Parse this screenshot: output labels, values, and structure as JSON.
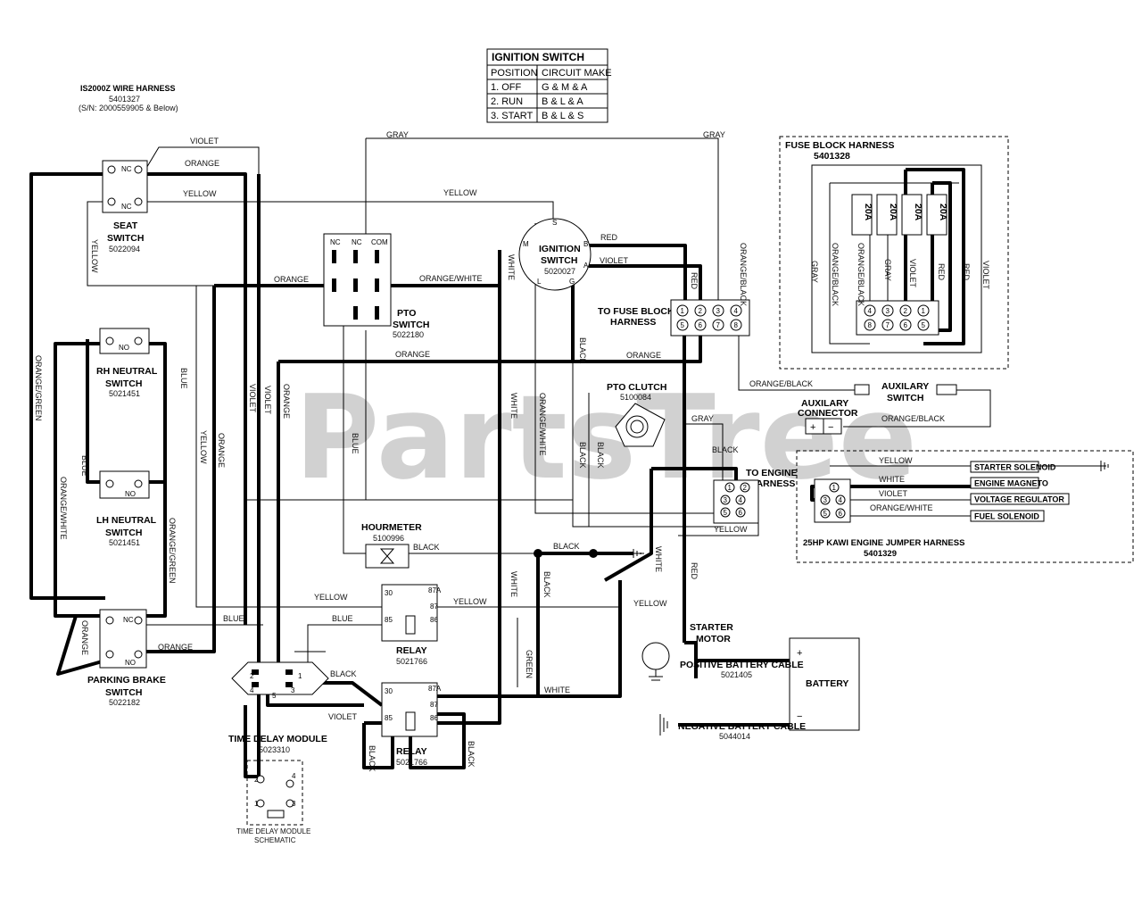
{
  "watermark": "PartsTree",
  "harness": {
    "title": "IS2000Z WIRE HARNESS",
    "part": "5401327",
    "serial": "(S/N: 2000559905 & Below)"
  },
  "ignition_table": {
    "title": "IGNITION SWITCH",
    "headers": [
      "POSITION",
      "CIRCUIT MAKE"
    ],
    "rows": [
      [
        "1. OFF",
        "G & M & A"
      ],
      [
        "2. RUN",
        "B & L & A"
      ],
      [
        "3. START",
        "B & L & S"
      ]
    ]
  },
  "components": {
    "seat_switch": {
      "name1": "SEAT",
      "name2": "SWITCH",
      "part": "5022094",
      "nc": "NC",
      "no": "NC"
    },
    "rh_neutral": {
      "name1": "RH NEUTRAL",
      "name2": "SWITCH",
      "part": "5021451",
      "no": "NO"
    },
    "lh_neutral": {
      "name1": "LH NEUTRAL",
      "name2": "SWITCH",
      "part": "5021451",
      "no": "NO"
    },
    "parking_brake": {
      "name1": "PARKING BRAKE",
      "name2": "SWITCH",
      "part": "5022182",
      "nc": "NC",
      "no": "NO"
    },
    "pto_switch": {
      "name1": "PTO",
      "name2": "SWITCH",
      "part": "5022180",
      "nc1": "NC",
      "nc2": "NC",
      "com": "COM"
    },
    "ignition_switch": {
      "name1": "IGNITION",
      "name2": "SWITCH",
      "part": "5020027",
      "t_s": "S",
      "t_m": "M",
      "t_b": "B",
      "t_a": "A",
      "t_l": "L",
      "t_g": "G"
    },
    "hourmeter": {
      "name": "HOURMETER",
      "part": "5100996"
    },
    "relay1": {
      "name": "RELAY",
      "part": "5021766",
      "p30": "30",
      "p87a": "87A",
      "p87": "87",
      "p85": "85",
      "p86": "86"
    },
    "relay2": {
      "name": "RELAY",
      "part": "5021766",
      "p30": "30",
      "p87a": "87A",
      "p87": "87",
      "p85": "85",
      "p86": "86"
    },
    "time_delay": {
      "name": "TIME DELAY MODULE",
      "part": "5023310",
      "schem1": "TIME DELAY MODULE",
      "schem2": "SCHEMATIC",
      "p1": "1",
      "p2": "2",
      "p3": "3",
      "p4": "4",
      "p5": "5"
    },
    "pto_clutch": {
      "name": "PTO CLUTCH",
      "part": "5100084"
    },
    "fuse_block_conn": {
      "name1": "TO FUSE BLOCK",
      "name2": "HARNESS",
      "pins": [
        "1",
        "2",
        "3",
        "4",
        "5",
        "6",
        "7",
        "8"
      ]
    },
    "fuse_harness": {
      "name": "FUSE BLOCK HARNESS",
      "part": "5401328",
      "fuses": [
        "20A",
        "20A",
        "20A",
        "20A"
      ]
    },
    "aux_switch": {
      "name1": "AUXILARY",
      "name2": "SWITCH"
    },
    "aux_connector": {
      "name1": "AUXILARY",
      "name2": "CONNECTOR",
      "plus": "+",
      "minus": "−"
    },
    "engine_conn": {
      "name1": "TO ENGINE",
      "name2": "HARNESS",
      "pins": [
        "1",
        "2",
        "3",
        "4",
        "5",
        "6"
      ]
    },
    "jumper": {
      "name": "25HP KAWI ENGINE JUMPER HARNESS",
      "part": "5401329",
      "outputs": [
        "STARTER SOLENOID",
        "ENGINE MAGNETO",
        "VOLTAGE REGULATOR",
        "FUEL SOLENOID"
      ]
    },
    "starter": {
      "name1": "STARTER",
      "name2": "MOTOR"
    },
    "battery": {
      "name": "BATTERY",
      "plus": "+",
      "minus": "−"
    },
    "pos_cable": {
      "name": "POSITIVE BATTERY CABLE",
      "part": "5021405"
    },
    "neg_cable": {
      "name": "NEGATIVE BATTERY CABLE",
      "part": "5044014"
    }
  },
  "wire_labels": {
    "violet": "VIOLET",
    "orange": "ORANGE",
    "yellow": "YELLOW",
    "gray": "GRAY",
    "blue": "BLUE",
    "red": "RED",
    "white": "WHITE",
    "black": "BLACK",
    "green": "GREEN",
    "orange_white": "ORANGE/WHITE",
    "orange_black": "ORANGE/BLACK",
    "orange_green": "ORANGE/GREEN",
    "orange_white_v": "ORANGE/WHITE"
  }
}
